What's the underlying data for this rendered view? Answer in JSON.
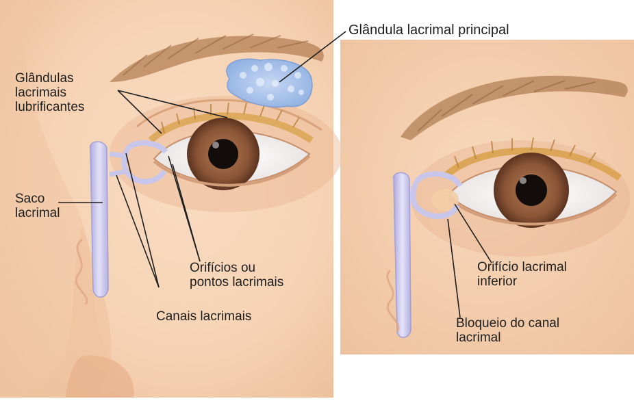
{
  "labels": {
    "main_gland": "Glândula lacrimal principal",
    "lubricating_glands": "Glândulas\nlacrimais\nlubrificantes",
    "sac": "Saco\nlacrimal",
    "puncta": "Orifícios ou\npontos lacrimais",
    "canals": "Canais lacrimais",
    "lower_punctum": "Orifício lacrimal\ninferior",
    "duct_block": "Bloqueio do canal\nlacrimal"
  },
  "colors": {
    "skin": "#f5d4b6",
    "skin_shadow": "#e9b994",
    "eyebrow": "#b07a4c",
    "iris": "#8a5536",
    "pupil": "#120c0a",
    "duct": "#c5c2e8",
    "gland": "#9bb9e6",
    "line": "#1e1e1e"
  }
}
